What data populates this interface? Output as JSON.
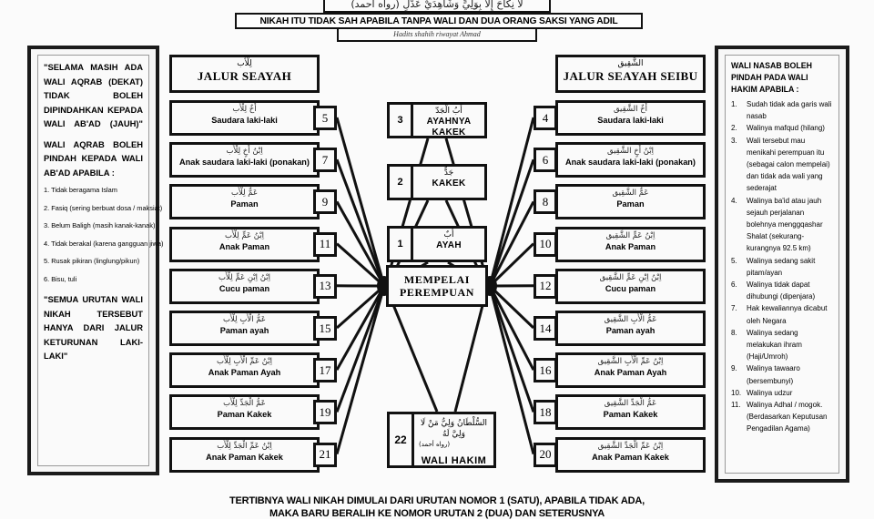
{
  "header": {
    "arabic_top": "لَا نِكَاحَ إِلَّا بِوَلِيٍّ وَشَاهِدَيْ عَدْلٍ (رواه أحمد)",
    "banner": "NIKAH ITU TIDAK SAH APABILA TANPA WALI DAN DUA ORANG SAKSI YANG ADIL",
    "subtitle": "Hadits shahih riwayat Ahmad"
  },
  "left_panel": {
    "quote_top": "\"SELAMA MASIH ADA WALI AQRAB (DEKAT) TIDAK BOLEH DIPINDAHKAN KEPADA WALI AB'AD (JAUH)\"",
    "heading": "WALI AQRAB BOLEH PINDAH KEPADA WALI AB'AD APABILA :",
    "items": [
      "1. Tidak beragama Islam",
      "2. Fasiq (sering berbuat dosa / maksiat)",
      "3. Belum Baligh (masih kanak-kanak)",
      "4. Tidak berakal (karena gangguan jiwa)",
      "5. Rusak pikiran (linglung/pikun)",
      "6. Bisu, tuli"
    ],
    "quote_bottom": "\"SEMUA URUTAN WALI NIKAH TERSEBUT HANYA DARI JALUR KETURUNAN LAKI-LAKI\""
  },
  "right_panel": {
    "heading": "WALI NASAB BOLEH PINDAH PADA WALI HAKIM APABILA :",
    "items": [
      {
        "n": "1.",
        "t": "Sudah tidak ada garis wali nasab"
      },
      {
        "n": "2.",
        "t": "Walinya mafqud (hilang)"
      },
      {
        "n": "3.",
        "t": "Wali tersebut mau menikahi perempuan itu (sebagai calon mempelai) dan tidak ada wali yang sederajat"
      },
      {
        "n": "4.",
        "t": "Walinya ba'id atau jauh sejauh perjalanan bolehnya menggqashar Shalat (sekurang-kurangnya 92.5 km)"
      },
      {
        "n": "5.",
        "t": "Walinya sedang sakit pitam/ayan"
      },
      {
        "n": "6.",
        "t": "Walinya tidak dapat dihubungi (dipenjara)"
      },
      {
        "n": "7.",
        "t": "Hak kewaliannya dicabut oleh Negara"
      },
      {
        "n": "8.",
        "t": "Walinya sedang melakukan ihram (Haji/Umroh)"
      },
      {
        "n": "9.",
        "t": "Walinya tawaaro (bersembunyi)"
      },
      {
        "n": "10.",
        "t": "Walinya udzur"
      },
      {
        "n": "11.",
        "t": "Walinya Adhal / mogok. (Berdasarkan Keputusan Pengadilan Agama)"
      }
    ]
  },
  "left_column": {
    "title_arabic": "لِلْأَب",
    "title_label": "JALUR SEAYAH",
    "rows": [
      {
        "num": "5",
        "arabic": "أَخٌ لِلْأَب",
        "label": "Saudara laki-laki"
      },
      {
        "num": "7",
        "arabic": "اِبْنُ أَخٍ لِلْأَب",
        "label": "Anak saudara laki-laki (ponakan)"
      },
      {
        "num": "9",
        "arabic": "عَمٌّ لِلْأَب",
        "label": "Paman"
      },
      {
        "num": "11",
        "arabic": "اِبْنُ عَمٍّ لِلْأَب",
        "label": "Anak Paman"
      },
      {
        "num": "13",
        "arabic": "اِبْنُ اِبْنِ عَمٍّ لِلْأَب",
        "label": "Cucu paman"
      },
      {
        "num": "15",
        "arabic": "عَمُّ الْأَبِ لِلْأَب",
        "label": "Paman ayah"
      },
      {
        "num": "17",
        "arabic": "اِبْنُ عَمِّ الْأَبِ لِلْأَب",
        "label": "Anak Paman Ayah"
      },
      {
        "num": "19",
        "arabic": "عَمُّ الْجَدِّ لِلْأَب",
        "label": "Paman Kakek"
      },
      {
        "num": "21",
        "arabic": "اِبْنُ عَمِّ الْجَدِّ لِلْأَب",
        "label": "Anak Paman Kakek"
      }
    ]
  },
  "right_column": {
    "title_arabic": "الشَّقِيق",
    "title_label": "JALUR SEAYAH SEIBU",
    "rows": [
      {
        "num": "4",
        "arabic": "أَخٌ الشَّقِيق",
        "label": "Saudara laki-laki"
      },
      {
        "num": "6",
        "arabic": "اِبْنُ أَخٍ الشَّقِيق",
        "label": "Anak saudara laki-laki (ponakan)"
      },
      {
        "num": "8",
        "arabic": "عَمٌّ الشَّقِيق",
        "label": "Paman"
      },
      {
        "num": "10",
        "arabic": "اِبْنُ عَمٍّ الشَّقِيق",
        "label": "Anak Paman"
      },
      {
        "num": "12",
        "arabic": "اِبْنُ اِبْنِ عَمٍّ الشَّقِيق",
        "label": "Cucu paman"
      },
      {
        "num": "14",
        "arabic": "عَمُّ الْأَبِ الشَّقِيق",
        "label": "Paman ayah"
      },
      {
        "num": "16",
        "arabic": "اِبْنُ عَمِّ الْأَبِ الشَّقِيق",
        "label": "Anak Paman Ayah"
      },
      {
        "num": "18",
        "arabic": "عَمُّ الْجَدِّ الشَّقِيق",
        "label": "Paman Kakek"
      },
      {
        "num": "20",
        "arabic": "اِبْنُ عَمِّ الْجَدِّ الشَّقِيق",
        "label": "Anak Paman Kakek"
      }
    ]
  },
  "center_column": {
    "chain": [
      {
        "num": "3",
        "arabic": "أَبُ الْجَدّ",
        "label": "AYAHNYA KAKEK"
      },
      {
        "num": "2",
        "arabic": "جَدٌّ",
        "label": "KAKEK"
      },
      {
        "num": "1",
        "arabic": "أَبٌ",
        "label": "AYAH"
      }
    ],
    "bride_line1": "MEMPELAI",
    "bride_line2": "PEREMPUAN",
    "wali_hakim": {
      "num": "22",
      "arabic": "السُّلْطَانُ وَلِيُّ مَنْ لَا وَلِيَّ لَهُ",
      "arabic_src": "(رواه أحمد)",
      "label": "WALI HAKIM"
    }
  },
  "footer": {
    "line1": "TERTIBNYA WALI NIKAH DIMULAI DARI URUTAN NOMOR 1 (SATU), APABILA TIDAK ADA,",
    "line2": "MAKA BARU BERALIH KE NOMOR URUTAN 2 (DUA) DAN SETERUSNYA"
  },
  "colors": {
    "ink": "#111111",
    "paper": "#fafafa",
    "page": "#fbfbfb"
  }
}
